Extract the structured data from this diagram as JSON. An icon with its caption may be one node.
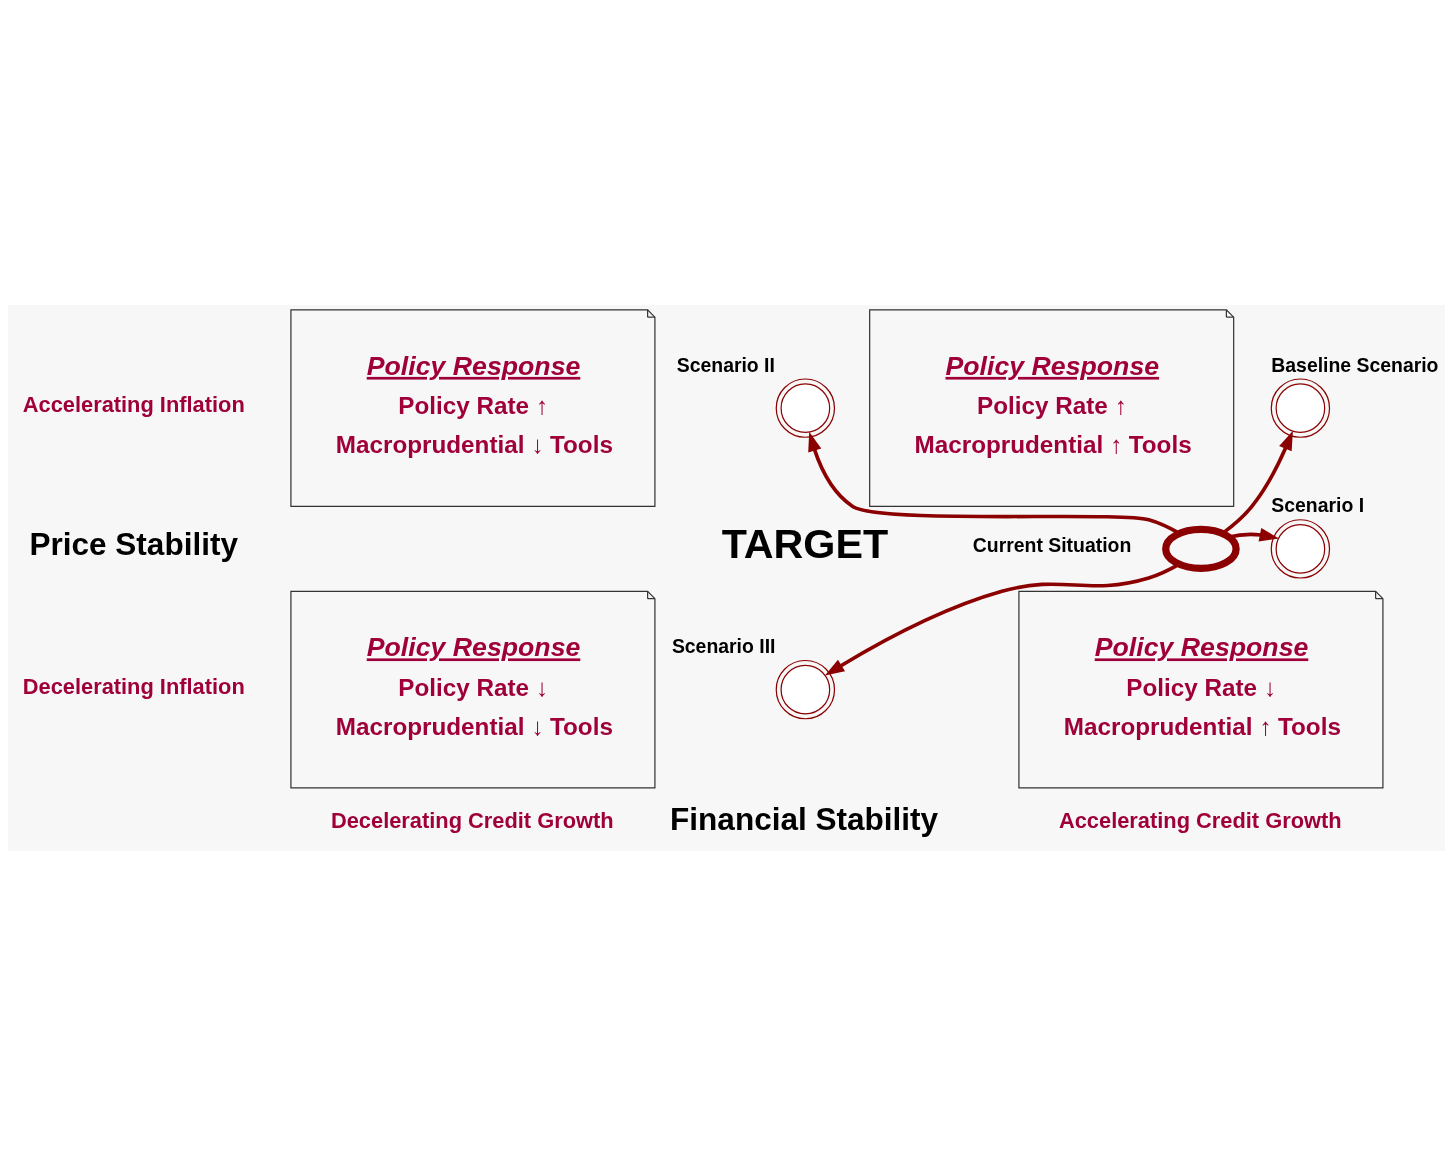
{
  "diagram": {
    "nodes": [
      {
        "text": [
          "Policy Response",
          "Policy Rate ↑",
          "Macroprudential ↓ Tools"
        ]
      },
      {
        "text": [],
        "shape": "circle",
        "beside": [
          "Scenario II"
        ]
      },
      {
        "text": [
          "Policy Response",
          "Policy Rate ↑",
          "Macroprudential ↑ Tools"
        ]
      },
      {
        "text": [],
        "shape": "circle",
        "beside": [
          "Baseline Scenario"
        ]
      },
      {
        "text": [],
        "shape": "circle",
        "beside": [
          "Current Situation"
        ]
      },
      {
        "text": [],
        "shape": "circle",
        "beside": [
          "Scenario I"
        ]
      },
      {
        "text": [
          "Policy Response",
          "Policy Rate ↓",
          "Macroprudential ↓ Tools"
        ]
      },
      {
        "text": [],
        "shape": "circle",
        "beside": [
          "Scenario III"
        ]
      },
      {
        "text": [
          "Policy Response",
          "Policy Rate ↓",
          "Macroprudential ↑ Tools"
        ]
      }
    ],
    "edges": [
      {
        "from": 4,
        "to": 1,
        "arrow": "to"
      },
      {
        "from": 4,
        "to": 3,
        "arrow": "to"
      },
      {
        "from": 4,
        "to": 5,
        "arrow": "to"
      },
      {
        "from": 4,
        "to": 7,
        "arrow": "to"
      }
    ],
    "labels": [
      "Accelerating Inflation",
      "Price Stability",
      "TARGET",
      "Decelerating Inflation",
      "Decelerating Credit Growth",
      "Financial Stability",
      "Accelerating Credit Growth"
    ]
  }
}
